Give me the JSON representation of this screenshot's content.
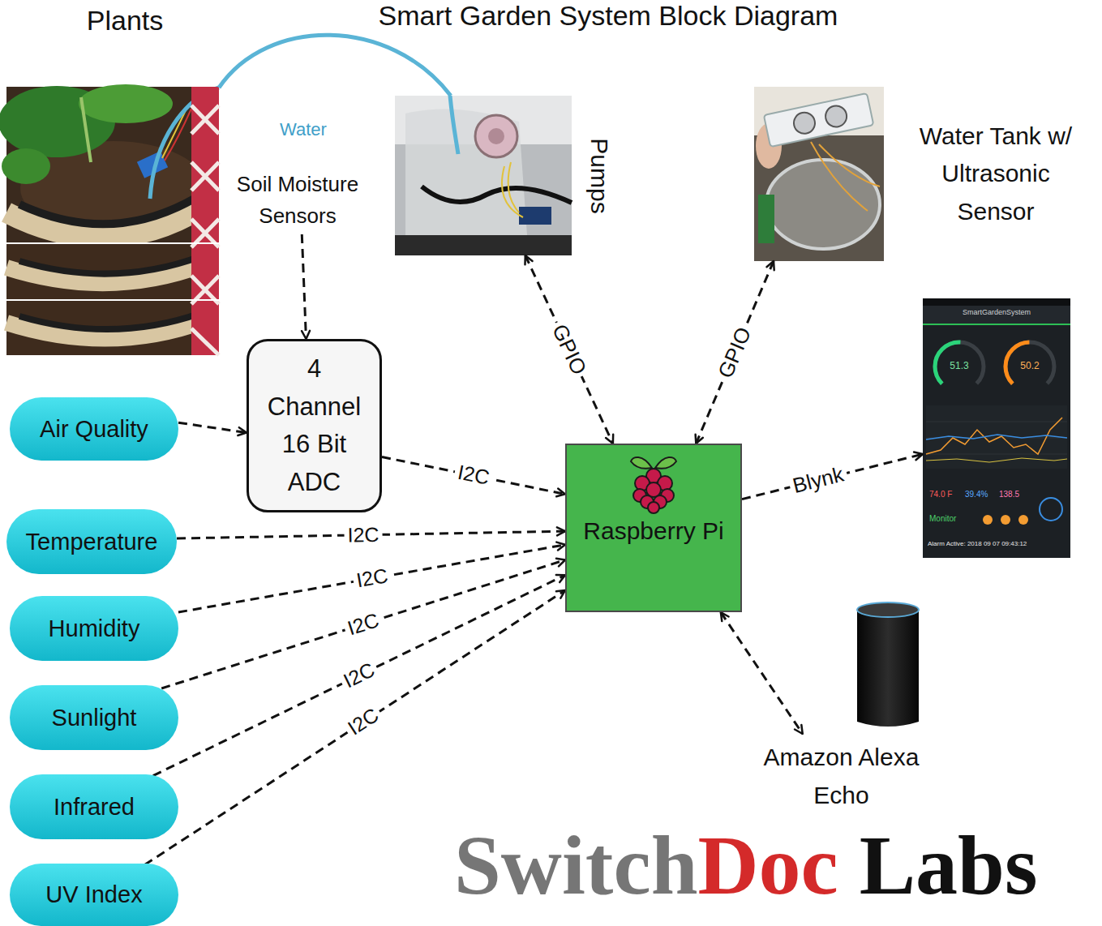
{
  "diagram": {
    "title": "Smart Garden System Block Diagram",
    "nodes": [
      {
        "text": [
          "Plants"
        ]
      },
      {
        "text": [
          "Pumps"
        ]
      },
      {
        "text": [
          "Water Tank w/ Ultrasonic Sensor"
        ]
      },
      {
        "text": [
          "Soil Moisture Sensors"
        ]
      },
      {
        "text": [
          "4 Channel 16 Bit ADC"
        ]
      },
      {
        "text": [
          "SmartGardenSystem",
          "51.3",
          "50.2",
          "74.0 F",
          "39.4%",
          "138.5",
          "Monitor",
          "Alarm Active: 2018 09 07 09:43:12"
        ]
      },
      {
        "text": [
          "Air Quality"
        ]
      },
      {
        "text": [
          "Raspberry Pi"
        ]
      },
      {
        "text": [
          "Temperature"
        ]
      },
      {
        "text": [
          "Humidity"
        ]
      },
      {
        "text": [
          "Sunlight"
        ]
      },
      {
        "text": [
          "Infrared"
        ]
      },
      {
        "text": [
          "UV Index"
        ]
      },
      {
        "text": [
          "Amazon Alexa Echo"
        ]
      }
    ],
    "edges": [
      {
        "from": 3,
        "to": 4,
        "arrow": "to"
      },
      {
        "from": 6,
        "to": 4,
        "arrow": "to"
      },
      {
        "from": 4,
        "to": 7,
        "label": "I2C",
        "arrow": "to"
      },
      {
        "from": 8,
        "to": 7,
        "label": "I2C",
        "arrow": "to"
      },
      {
        "from": 9,
        "to": 7,
        "label": "I2C",
        "arrow": "to"
      },
      {
        "from": 10,
        "to": 7,
        "label": "I2C",
        "arrow": "to"
      },
      {
        "from": 11,
        "to": 7,
        "label": "I2C",
        "arrow": "to"
      },
      {
        "from": 12,
        "to": 7,
        "label": "I2C",
        "arrow": "to"
      },
      {
        "from": 1,
        "to": 7,
        "label": "GPIO",
        "arrow": "both"
      },
      {
        "from": 2,
        "to": 7,
        "label": "GPIO",
        "arrow": "both"
      },
      {
        "from": 7,
        "to": 5,
        "label": "Blynk",
        "arrow": "to"
      },
      {
        "from": 7,
        "to": 13,
        "arrow": "both"
      },
      {
        "from": 1,
        "to": 0,
        "label": "Water",
        "arrow": "none"
      }
    ],
    "labels": [
      "SwitchDoc Labs"
    ]
  }
}
